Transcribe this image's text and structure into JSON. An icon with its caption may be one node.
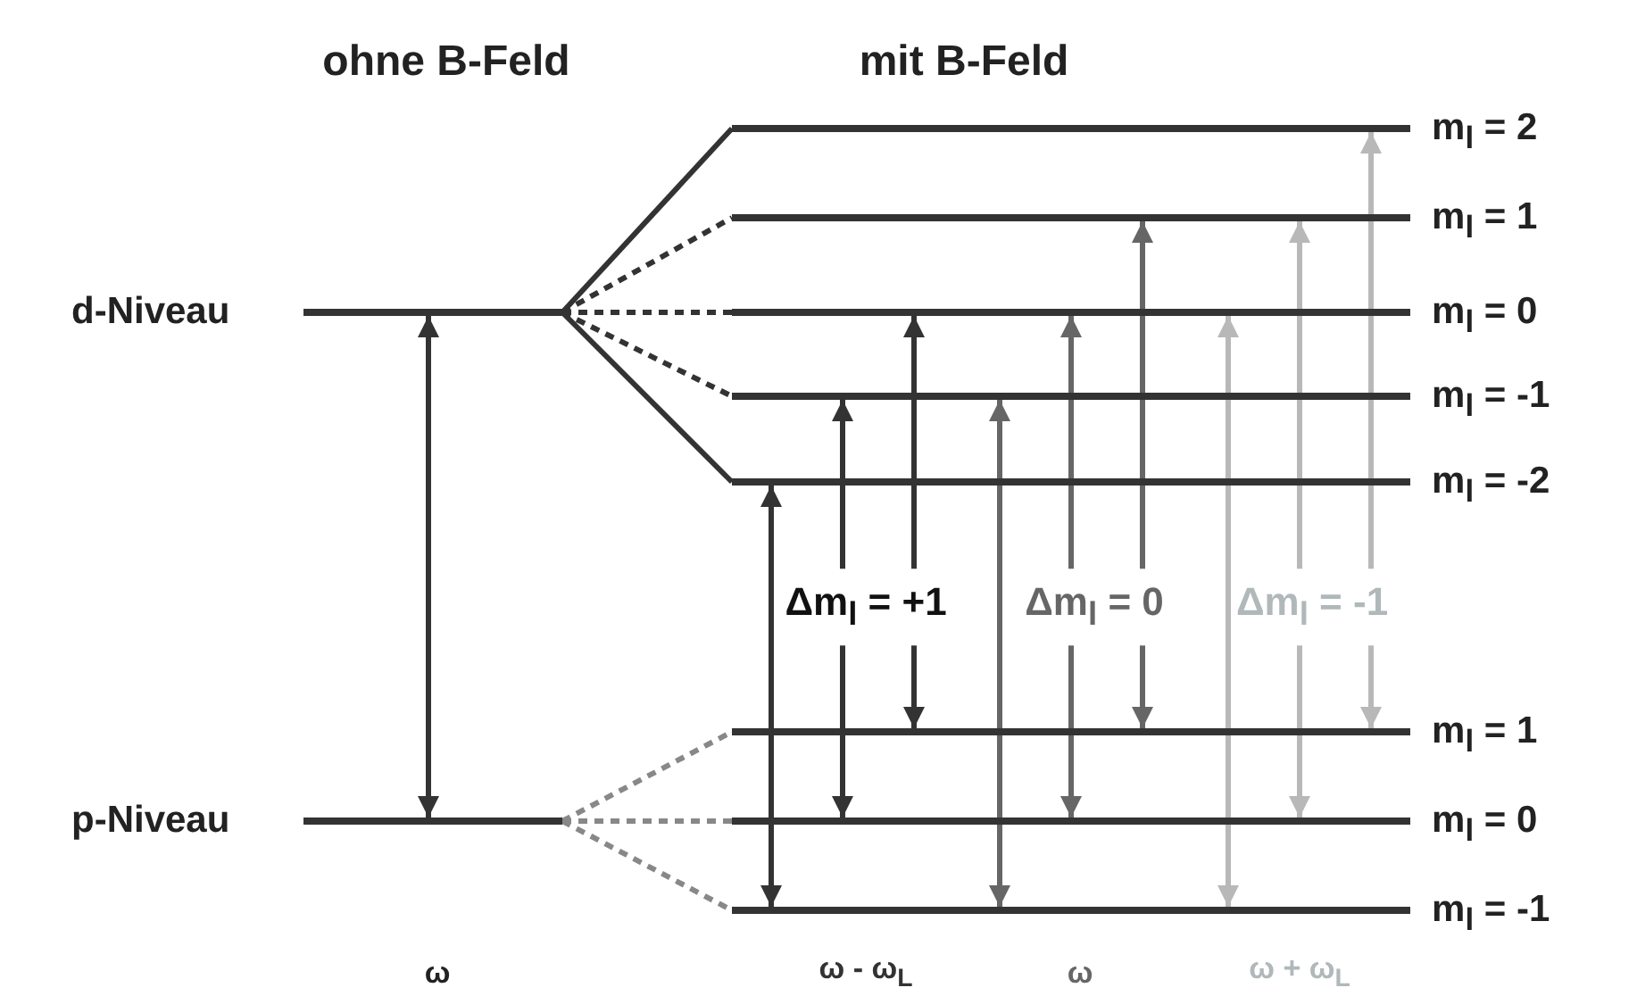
{
  "diagram": {
    "nodes": [
      {
        "text": [],
        "shape": "bar",
        "beside": [
          "d-Niveau"
        ]
      },
      {
        "text": [],
        "shape": "bar",
        "beside": [
          "p-Niveau"
        ]
      },
      {
        "text": [],
        "shape": "bar",
        "beside": [
          "m$_{l}$ = 2"
        ]
      },
      {
        "text": [],
        "shape": "bar",
        "beside": [
          "m$_{l}$ = 1"
        ]
      },
      {
        "text": [],
        "shape": "bar",
        "beside": [
          "m$_{l}$ = 0"
        ]
      },
      {
        "text": [],
        "shape": "bar",
        "beside": [
          "m$_{l}$ = -1"
        ]
      },
      {
        "text": [],
        "shape": "bar",
        "beside": [
          "m$_{l}$ = -2"
        ]
      },
      {
        "text": [],
        "shape": "bar",
        "beside": [
          "m$_{l}$ = 1"
        ]
      },
      {
        "text": [],
        "shape": "bar",
        "beside": [
          "m$_{l}$ = 0"
        ]
      },
      {
        "text": [],
        "shape": "bar",
        "beside": [
          "m$_{l}$ = -1"
        ]
      }
    ],
    "edges": [
      {
        "from": 0,
        "to": 1,
        "arrow": "both"
      },
      {
        "from": 0,
        "to": 2,
        "arrow": "none"
      },
      {
        "from": 0,
        "to": 3,
        "arrow": "none",
        "style": "dashed"
      },
      {
        "from": 0,
        "to": 4,
        "arrow": "none",
        "style": "dashed"
      },
      {
        "from": 0,
        "to": 5,
        "arrow": "none",
        "style": "dashed"
      },
      {
        "from": 0,
        "to": 6,
        "arrow": "none"
      },
      {
        "from": 1,
        "to": 7,
        "arrow": "none",
        "style": "dashed",
        "color": "#888888"
      },
      {
        "from": 1,
        "to": 8,
        "arrow": "none",
        "style": "dashed",
        "color": "#888888"
      },
      {
        "from": 1,
        "to": 9,
        "arrow": "none",
        "style": "dashed",
        "color": "#888888"
      },
      {
        "from": 6,
        "to": 9,
        "arrow": "both"
      },
      {
        "from": 5,
        "to": 8,
        "arrow": "both"
      },
      {
        "from": 4,
        "to": 7,
        "arrow": "both"
      },
      {
        "from": 5,
        "to": 9,
        "arrow": "both",
        "color": "#666666"
      },
      {
        "from": 4,
        "to": 8,
        "arrow": "both",
        "color": "#666666"
      },
      {
        "from": 3,
        "to": 7,
        "arrow": "both",
        "color": "#666666"
      },
      {
        "from": 4,
        "to": 9,
        "arrow": "both",
        "color": "#b8b8b8"
      },
      {
        "from": 3,
        "to": 8,
        "arrow": "both",
        "color": "#b8b8b8"
      },
      {
        "from": 2,
        "to": 7,
        "arrow": "both",
        "color": "#b8b8b8"
      }
    ],
    "labels": [
      "ohne B-Feld",
      "mit B-Feld",
      "Δm$_{l}$ = +1",
      "Δm$_{l}$ = 0",
      "Δm$_{l}$ = -1",
      "ω",
      "ω - ω$_{L}$",
      "ω",
      "ω + ω$_{L}$"
    ]
  }
}
